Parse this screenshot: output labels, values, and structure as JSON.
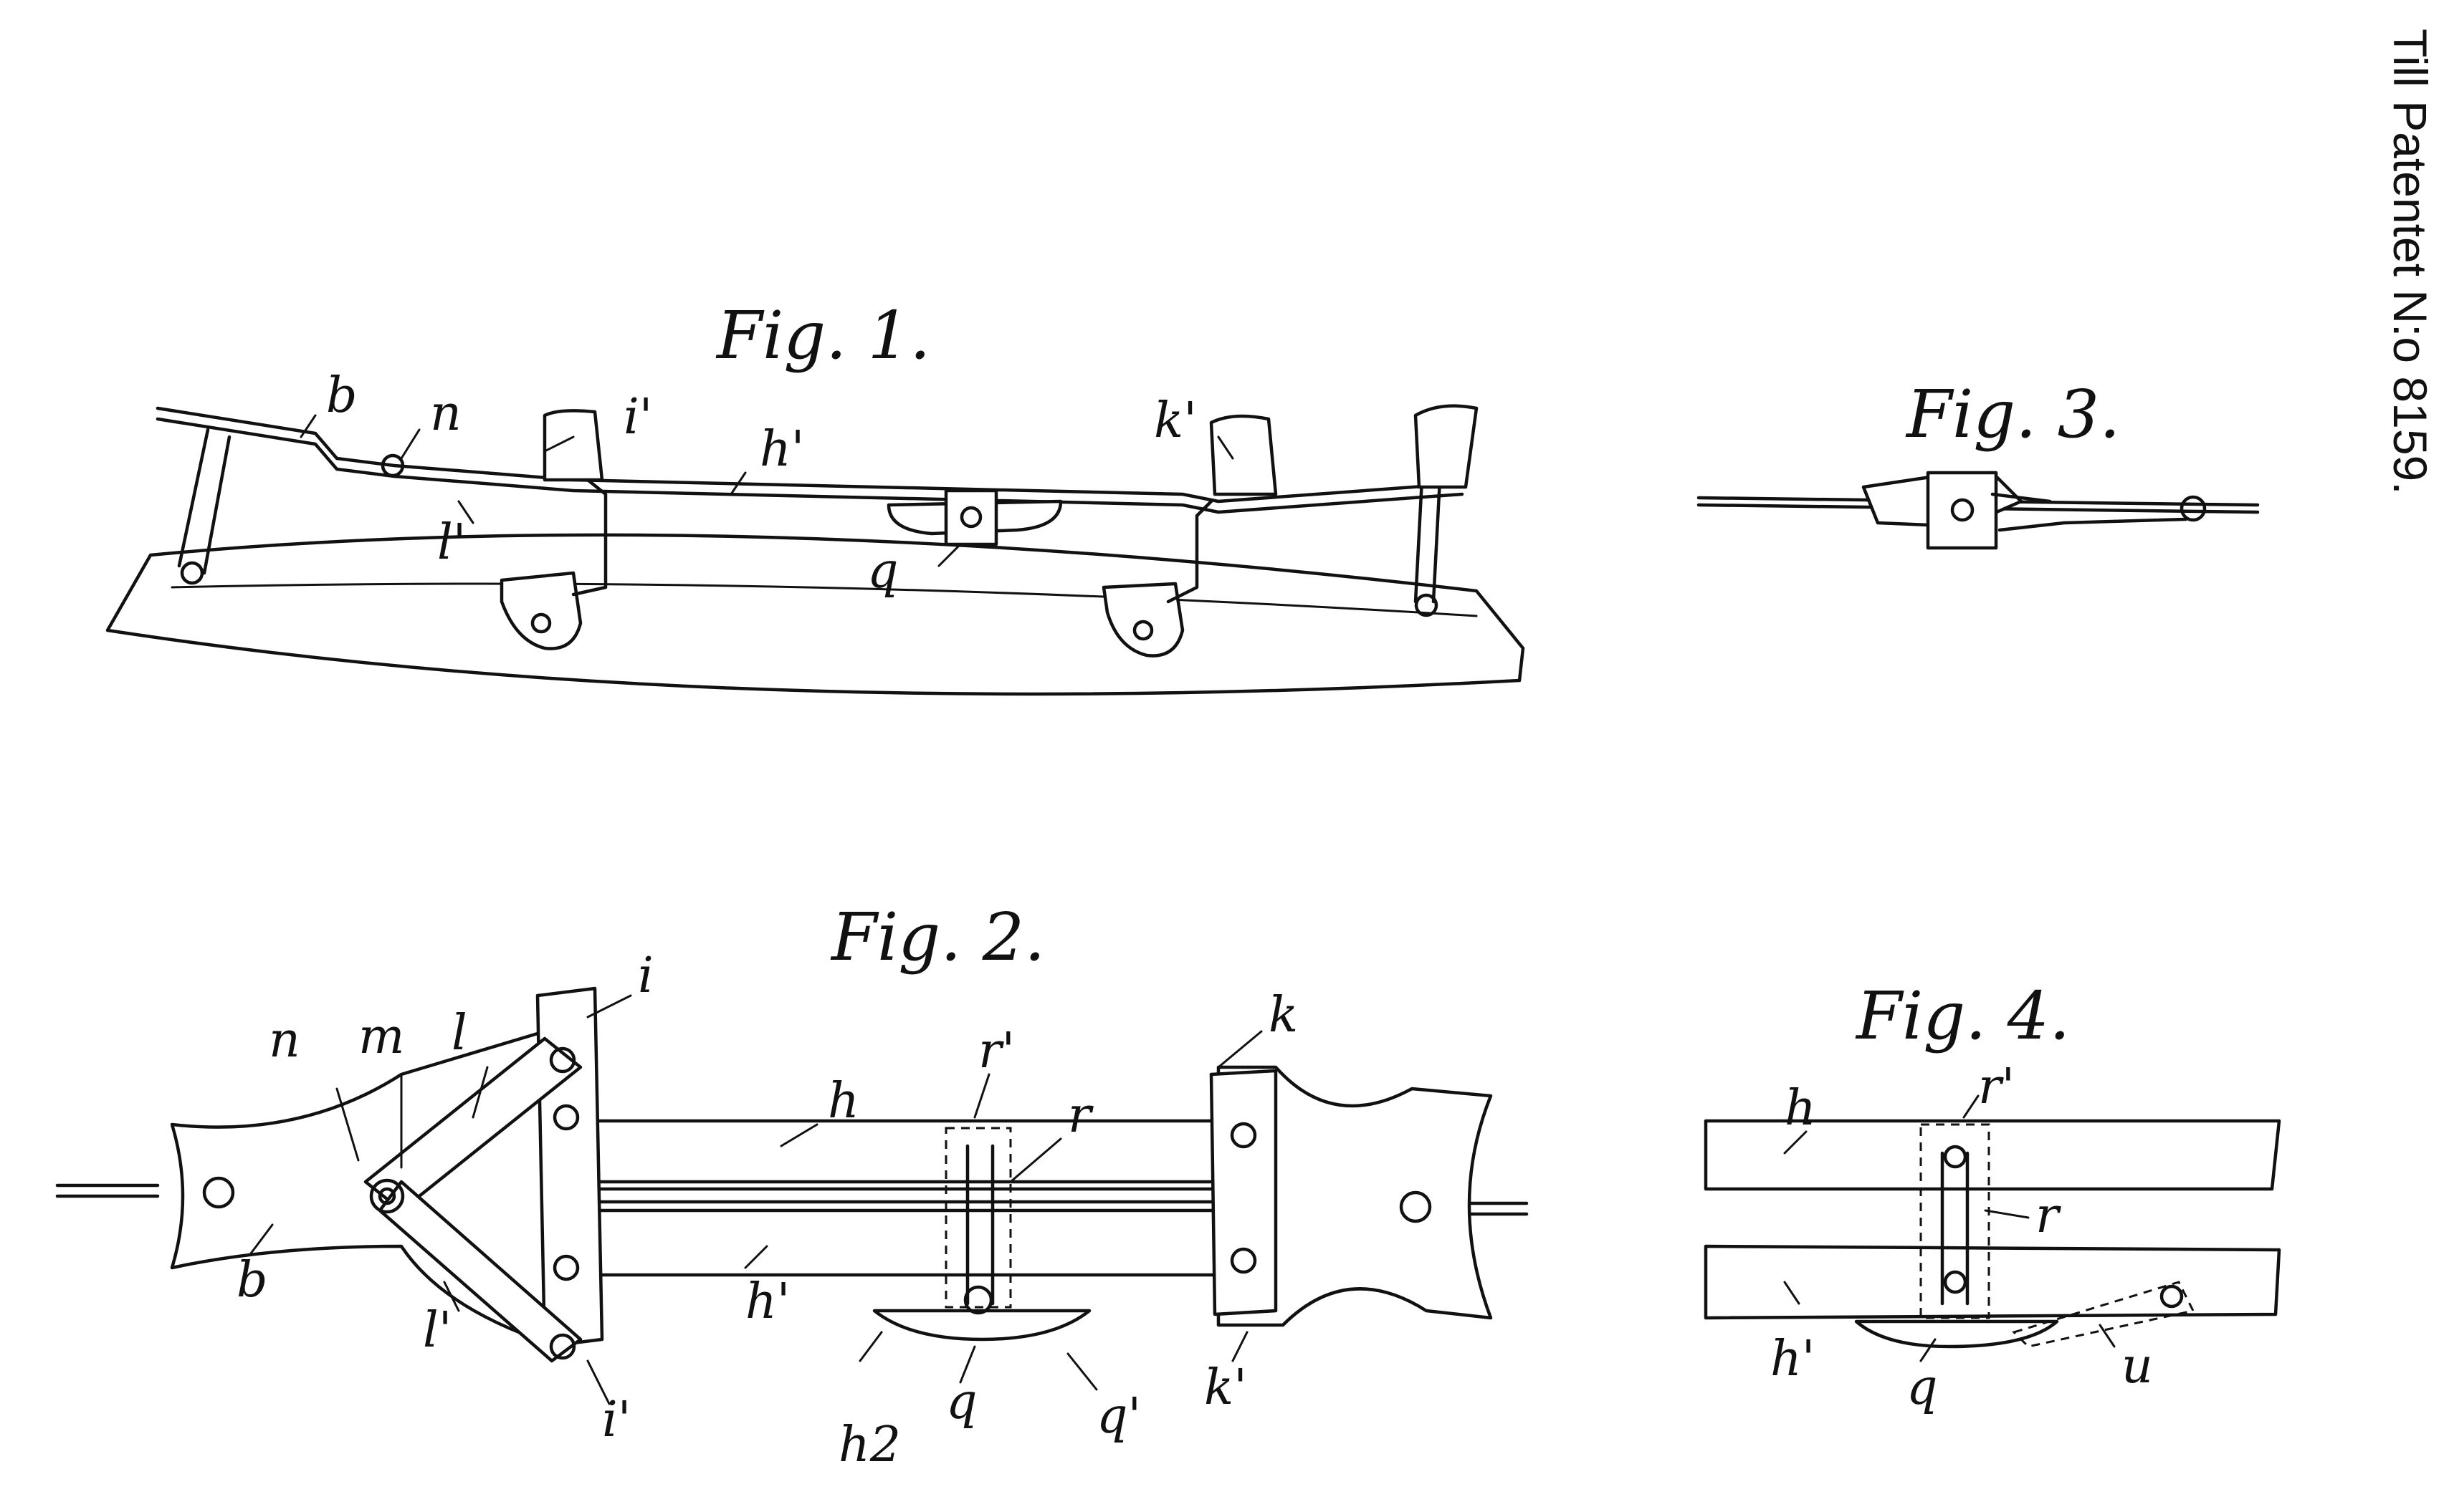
{
  "header": {
    "patent_label": "Till Patentet N:o 8159."
  },
  "figures": {
    "fig1": {
      "caption": "Fig. 1.",
      "labels": [
        "b",
        "n",
        "i'",
        "h'",
        "l'",
        "q",
        "k'"
      ]
    },
    "fig2": {
      "caption": "Fig. 2.",
      "labels": [
        "i",
        "n",
        "m",
        "l",
        "h",
        "r'",
        "r",
        "k",
        "b",
        "l'",
        "h'",
        "q",
        "h2",
        "q'",
        "k'",
        "i'"
      ]
    },
    "fig3": {
      "caption": "Fig. 3."
    },
    "fig4": {
      "caption": "Fig. 4.",
      "labels": [
        "h",
        "r'",
        "r",
        "h'",
        "q",
        "u"
      ]
    }
  }
}
